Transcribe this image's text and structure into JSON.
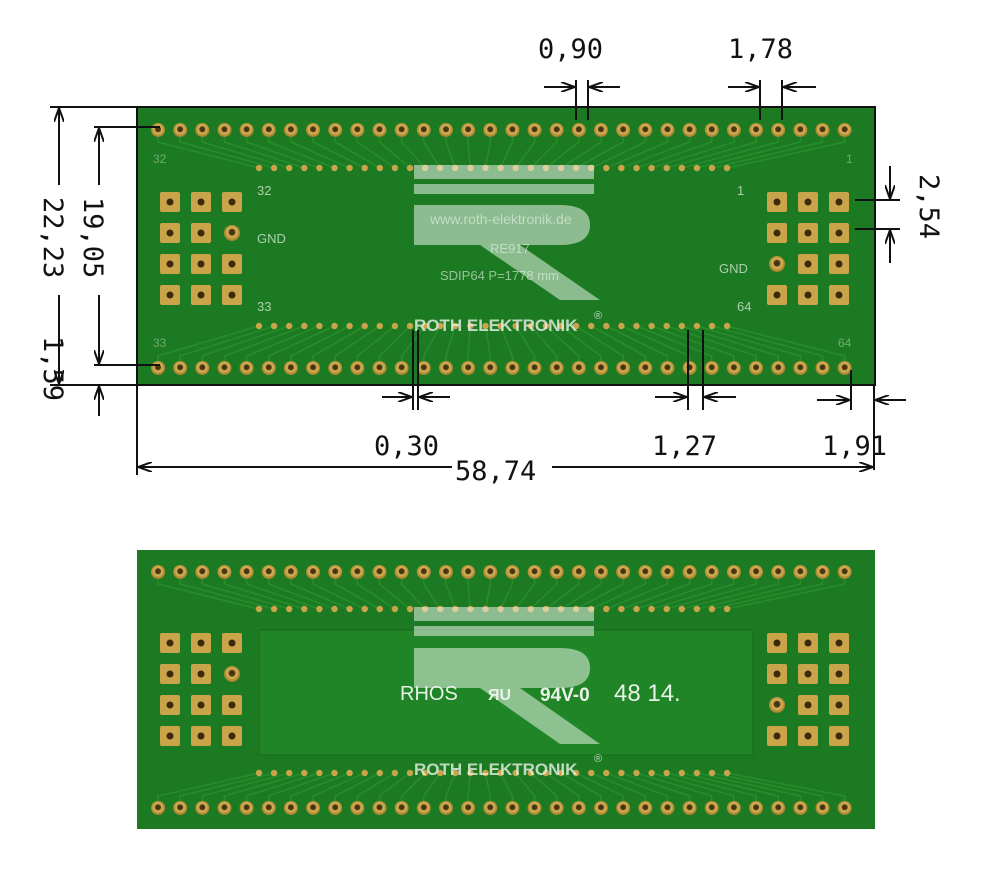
{
  "top_board": {
    "silkscreen": {
      "url": "www.roth-elektronik.de",
      "part": "RE917",
      "spec": "SDIP64    P=1778 mm",
      "pin_32": "32",
      "pin_1": "1",
      "pin_33": "33",
      "pin_64": "64",
      "edge_32": "32",
      "edge_1": "1",
      "edge_33": "33",
      "edge_64": "64",
      "gnd_left": "GND",
      "gnd_right": "GND",
      "brand": "ROTH ELEKTRONIK",
      "registered": "®"
    },
    "dimensions": {
      "top_pitch": "0,90",
      "top_pad": "1,78",
      "right_pitch": "2,54",
      "left_inner": "19,05",
      "left_outer": "22,23",
      "left_edge": "1,59",
      "bottom_gap": "0,30",
      "bottom_pitch": "1,27",
      "bottom_edge": "1,91",
      "total_width": "58,74"
    }
  },
  "bottom_board": {
    "silkscreen": {
      "maker": "RHOS",
      "ul_mark": "ЯU",
      "rating": "94V-0",
      "date_code": "48 14.",
      "brand": "ROTH ELEKTRONIK",
      "registered": "®"
    }
  },
  "colors": {
    "pcb_green": "#1c7a22",
    "pcb_dark": "#125a18",
    "pad_gold": "#c9a44a",
    "silk_white": "#e8f2e8"
  }
}
